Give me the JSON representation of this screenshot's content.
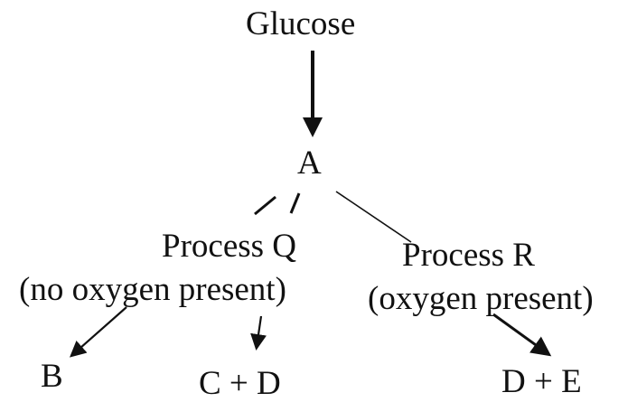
{
  "nodes": {
    "glucose": "Glucose",
    "a": "A",
    "process_q": "Process Q",
    "process_q_condition": "(no oxygen present)",
    "process_r": "Process R",
    "process_r_condition": "(oxygen present)",
    "b": "B",
    "c_plus_d": "C + D",
    "d_plus_e": "D + E"
  },
  "colors": {
    "ink": "#111111",
    "background": "#ffffff"
  }
}
